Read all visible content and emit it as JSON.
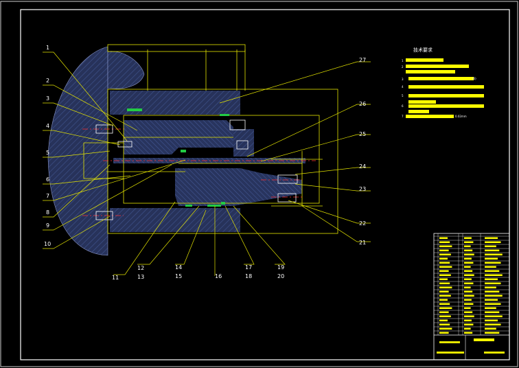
{
  "drawing": {
    "background": "#000000",
    "frame_color": "#ffffff",
    "outline_color": "#ffff00",
    "section_color": "#27325a",
    "leader_color": "#ffff00",
    "red_centerline": "#ff3030",
    "green_seal": "#22cc44",
    "tech_title": "技术要求",
    "tech_item_numbers": [
      "1",
      "2",
      "3",
      "4",
      "5",
      "6",
      "7"
    ],
    "tech_suffixes": {
      "item3": "(6)",
      "item7": "0.02mm"
    },
    "part_labels": [
      "1",
      "2",
      "3",
      "4",
      "5",
      "6",
      "7",
      "8",
      "9",
      "10",
      "11",
      "12",
      "13",
      "14",
      "15",
      "16",
      "17",
      "18",
      "19",
      "20",
      "21",
      "22",
      "23",
      "24",
      "25",
      "26",
      "27"
    ]
  }
}
